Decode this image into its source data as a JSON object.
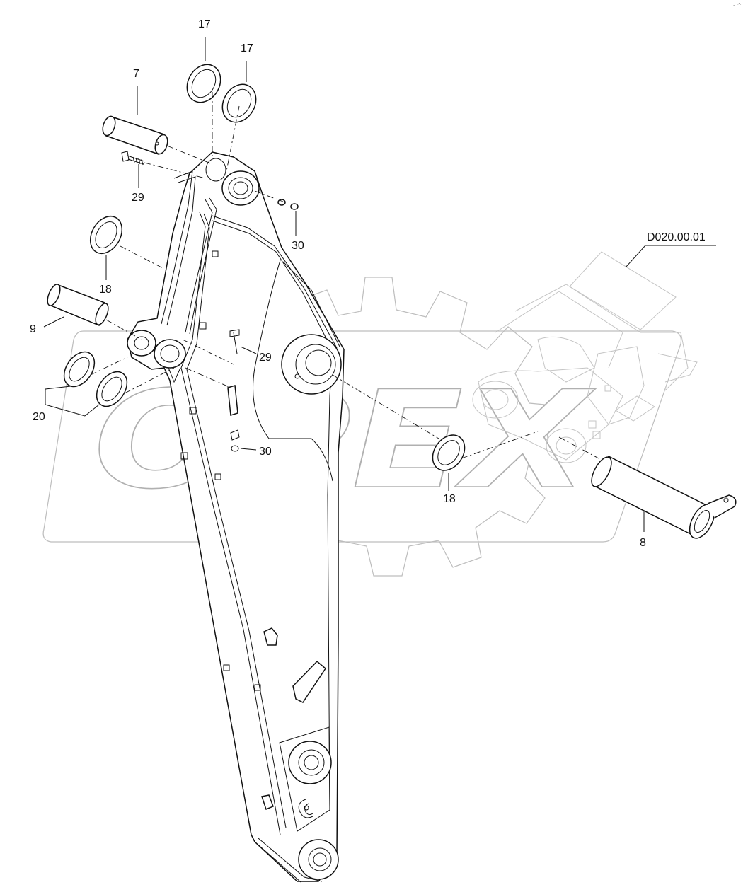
{
  "watermark": {
    "brand": "OPEX"
  },
  "reference": {
    "code": "D020.00.01"
  },
  "callouts": {
    "c17a": "17",
    "c17b": "17",
    "c7": "7",
    "c29a": "29",
    "c30a": "30",
    "c18a": "18",
    "c9": "9",
    "c29b": "29",
    "c20": "20",
    "c30b": "30",
    "c18b": "18",
    "c8": "8"
  },
  "corner_mark": "- ^"
}
